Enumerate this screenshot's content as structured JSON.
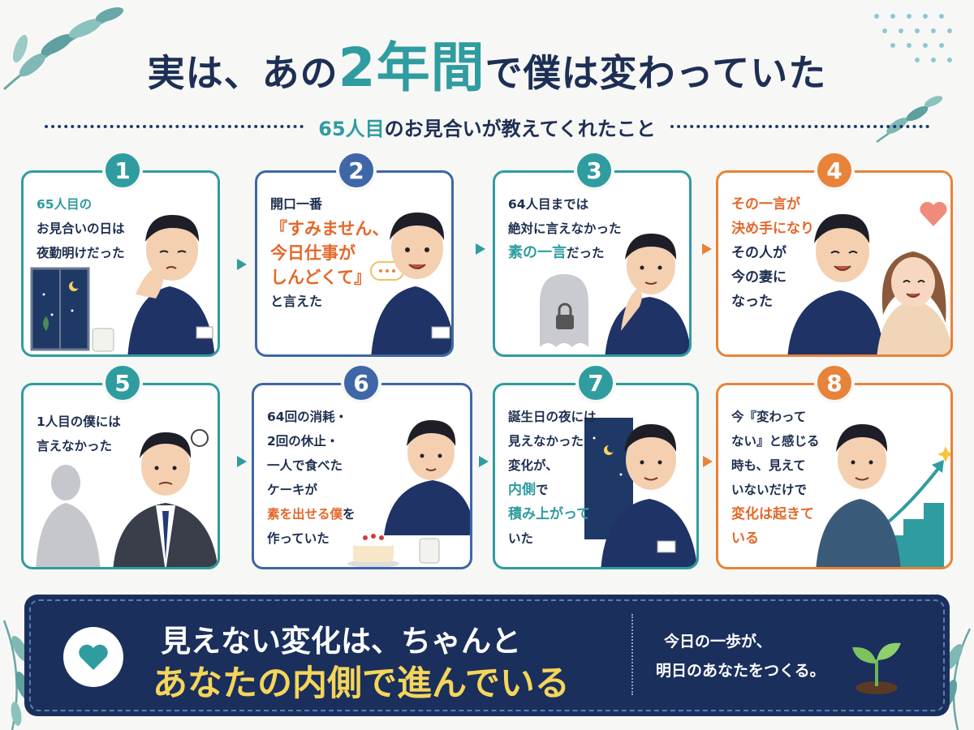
{
  "header": {
    "title_pre": "実は、あの",
    "title_num": "2年間",
    "title_post": "で僕は変わっていた",
    "subtitle_accent": "65人目",
    "subtitle_rest": "のお見合いが教えてくれたこと"
  },
  "panels": [
    {
      "number": "1",
      "lines": [
        "65人目の",
        "お見合いの日は",
        "夜勤明けだった"
      ]
    },
    {
      "number": "2",
      "lines": [
        "開口一番",
        "『すみません、",
        "今日仕事が",
        "しんどくて』",
        "と言えた"
      ]
    },
    {
      "number": "3",
      "lines": [
        "64人目までは",
        "絶対に言えなかった",
        "素の一言",
        "だった"
      ]
    },
    {
      "number": "4",
      "lines": [
        "その一言が",
        "決め手になり",
        "その人が",
        "今の妻に",
        "なった"
      ]
    },
    {
      "number": "5",
      "lines": [
        "1人目の僕には",
        "言えなかった"
      ]
    },
    {
      "number": "6",
      "lines": [
        "64回の消耗・",
        "2回の休止・",
        "一人で食べた",
        "ケーキが",
        "素を出せる僕",
        "を",
        "作っていた"
      ]
    },
    {
      "number": "7",
      "lines": [
        "誕生日の夜には",
        "見えなかった",
        "変化が、",
        "内側",
        "で",
        "積み上がって",
        "いた"
      ]
    },
    {
      "number": "8",
      "lines": [
        "今『変わって",
        "ない』と感じる",
        "時も、見えて",
        "いないだけで",
        "変化は起きて",
        "いる"
      ]
    }
  ],
  "banner": {
    "line1": "見えない変化は、ちゃんと",
    "line2": "あなたの内側で進んでいる",
    "side_line1": "今日の一歩が、",
    "side_line2": "明日のあなたをつくる。"
  },
  "colors": {
    "navy": "#1e2f55",
    "teal": "#2f9ca0",
    "blue": "#3f66a8",
    "orange": "#e8833a",
    "yellow": "#f5d55a"
  }
}
